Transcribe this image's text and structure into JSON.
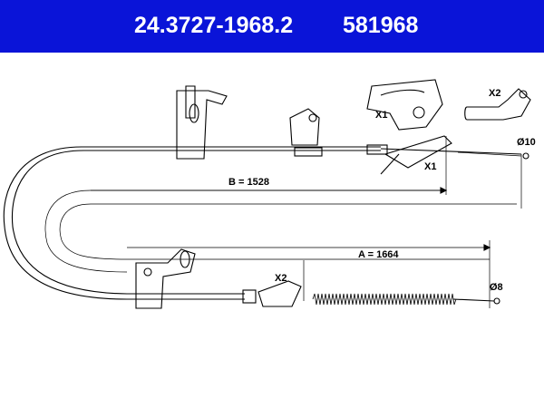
{
  "header": {
    "part_number": "24.3727-1968.2",
    "reference_number": "581968",
    "background_color": "#0a14d8",
    "text_color": "#ffffff"
  },
  "labels": {
    "dimension_b": "B = 1528",
    "dimension_a": "A = 1664",
    "detail_x1_inset": "X1",
    "detail_x2_inset": "X2",
    "callout_x1": "X1",
    "callout_x2": "X2",
    "diameter_upper": "Ø10",
    "diameter_lower": "Ø8"
  }
}
